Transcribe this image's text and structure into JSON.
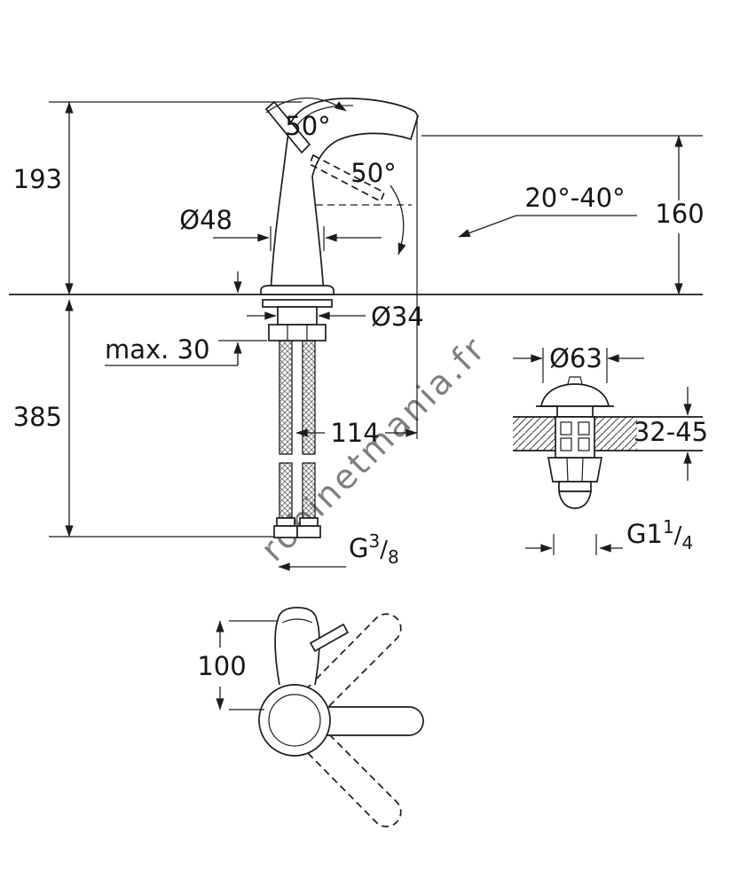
{
  "colors": {
    "ink": "#1c1c1c",
    "watermark": "#c4c9cf"
  },
  "watermark_text": "robinetmania.fr",
  "front_view": {
    "handle_open_angle": "50°",
    "handle_swivel_angle": "50°",
    "spout_angle_range": "20°-40°",
    "total_height": "193",
    "base_diameter": "Ø48",
    "outlet_height": "160",
    "shank_diameter": "Ø34",
    "max_counter_thickness": "max. 30",
    "below_counter_length": "385",
    "spout_projection": "114",
    "supply_thread": {
      "base": "G",
      "sup": "3",
      "slash": "/",
      "sub": "8"
    }
  },
  "drain_view": {
    "flange_diameter": "Ø63",
    "counter_thickness_range": "32-45",
    "waste_thread": {
      "base": "G1",
      "sup": "1",
      "slash": "/",
      "sub": "4"
    }
  },
  "top_view": {
    "spout_reach": "100"
  }
}
